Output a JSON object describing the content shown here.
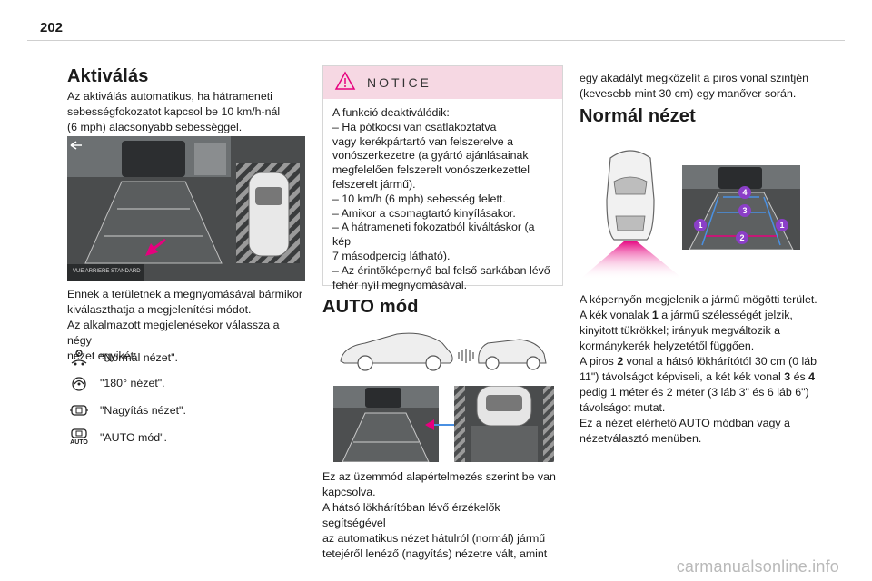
{
  "page_number": "202",
  "col1": {
    "heading": "Aktiválás",
    "intro": "Az aktiválás automatikus, ha hátrameneti\nsebességfokozatot kapcsol be 10 km/h-nál\n(6 mph) alacsonyabb sebességgel.",
    "camera_caption": "VUE ARRIERE STANDARD",
    "text2": "Ennek a területnek a megnyomásával bármikor\nkiválaszthatja a megjelenítési módot.\nAz alkalmazott megjelenésekor válassza a négy\nnézet egyikét:",
    "options": [
      {
        "icon": "normal-view-icon",
        "label": "\"Normál nézet\"."
      },
      {
        "icon": "view-180-icon",
        "label": "\"180° nézet\"."
      },
      {
        "icon": "zoom-view-icon",
        "label": "\"Nagyítás nézet\"."
      },
      {
        "icon": "auto-mode-icon",
        "label": "\"AUTO mód\".",
        "icon_text": "AUTO"
      }
    ]
  },
  "notice": {
    "title": "NOTICE",
    "body": "A funkció deaktiválódik:\n–  Ha pótkocsi van csatlakoztatva\nvagy kerékpártartó van felszerelve a\nvonószerkezetre (a gyártó ajánlásainak\nmegfelelően felszerelt vonószerkezettel\nfelszerelt jármű).\n–  10 km/h (6 mph) sebesség felett.\n–  Amikor a csomagtartó kinyílásakor.\n–  A hátrameneti fokozatból kiváltáskor (a kép\n7 másodpercig látható).\n–  Az érintőképernyő bal felső sarkában lévő\nfehér nyíl megnyomásával."
  },
  "col2": {
    "heading": "AUTO mód",
    "text": "Ez az üzemmód alapértelmezés szerint be van\nkapcsolva.\nA hátsó lökhárítóban lévő érzékelők segítségével\naz automatikus nézet hátulról (normál) jármű\ntetejéről lenéző (nagyítás) nézetre vált, amint"
  },
  "col3": {
    "text_top": "egy akadályt megközelít a piros vonal szintjén\n(kevesebb mint 30 cm) egy manőver során.",
    "heading": "Normál nézet",
    "markers": [
      "4",
      "3",
      "1",
      "1",
      "2"
    ],
    "text_bottom_parts": [
      "A képernyőn megjelenik a jármű mögötti terület.\nA kék vonalak ",
      "1",
      " a jármű szélességét jelzik,\nkinyitott tükrökkel; irányuk megváltozik a\nkormánykerék helyzetétől függően.\nA piros ",
      "2",
      " vonal a hátsó lökhárítótól 30 cm (0 láb\n11\") távolságot képviseli, a két kék vonal ",
      "3",
      " és ",
      "4",
      "\npedig 1 méter és 2 méter (3 láb 3\" és 6 láb 6\")\ntávolságot mutat.\nEz a nézet elérhető AUTO módban vagy a\nnézetválasztó menüben."
    ]
  },
  "watermark": "carmanualsonline.info",
  "colors": {
    "accent_pink": "#e6007e",
    "notice_bg": "#f6d8e3",
    "marker_purple": "#8b3fc8",
    "blue_arrow": "#4a90e2"
  }
}
